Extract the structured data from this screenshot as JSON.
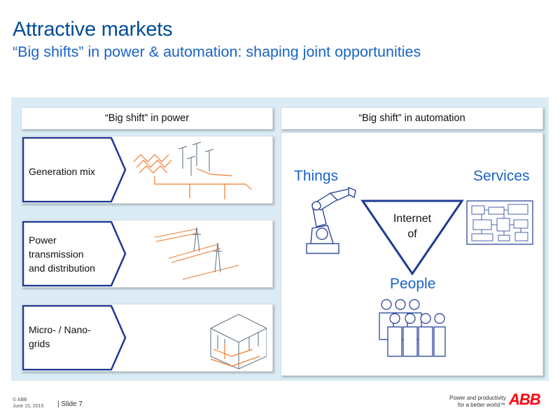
{
  "title": "Attractive markets",
  "subtitle": "“Big shifts” in power & automation: shaping joint opportunities",
  "power": {
    "heading": "“Big shift” in power",
    "items": [
      {
        "lines": [
          "Generation mix"
        ]
      },
      {
        "lines": [
          "Power",
          "transmission",
          "and distribution"
        ]
      },
      {
        "lines": [
          "Micro- / Nano-",
          "grids"
        ]
      }
    ]
  },
  "automation": {
    "heading": "“Big shift” in automation",
    "things": "Things",
    "services": "Services",
    "people": "People",
    "internet": "Internet",
    "of": "of"
  },
  "footer": {
    "copyright": "© ABB",
    "date": "June 15, 2015",
    "slide": "| Slide 7",
    "tagline1": "Power and productivity",
    "tagline2": "for a better world™",
    "logo": "ABB"
  },
  "colors": {
    "title": "#004c97",
    "subtitle": "#1a63c9",
    "panel": "#dcecf6",
    "chevron": "#1f3a93",
    "accent_orange": "#f07a2e",
    "logo": "#ff000f"
  }
}
